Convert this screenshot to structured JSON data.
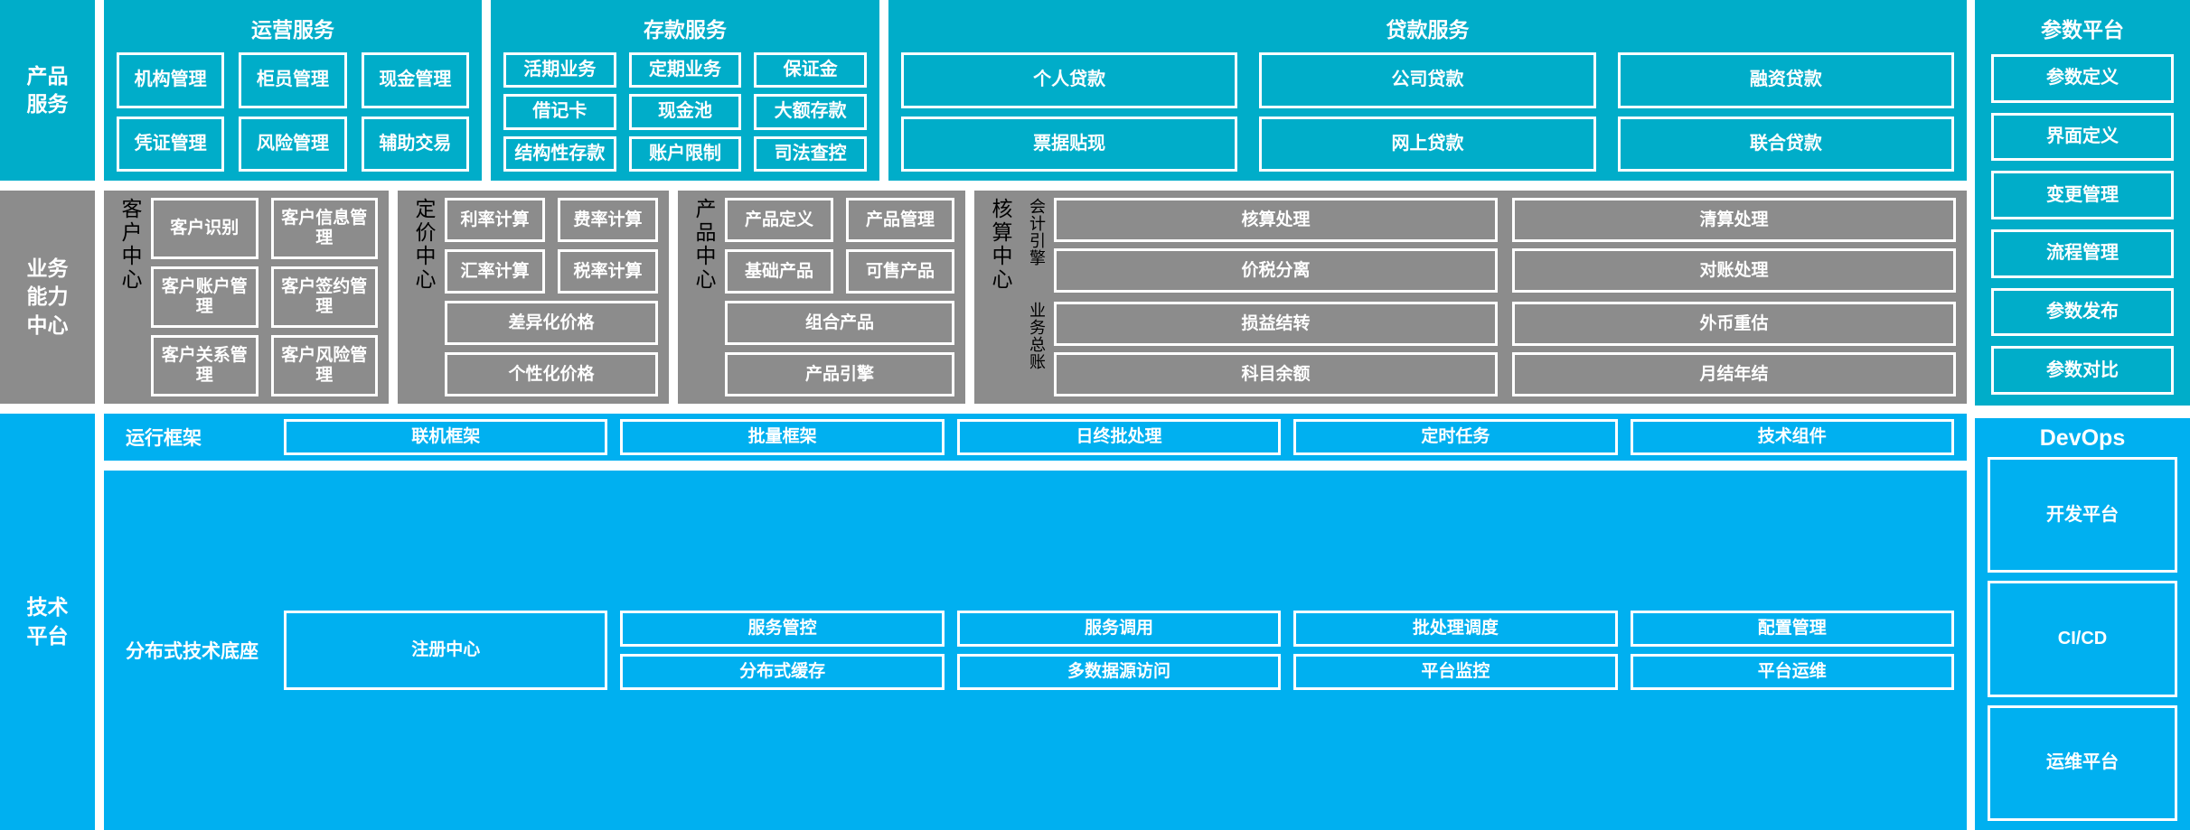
{
  "colors": {
    "teal": "#00ADC9",
    "gray": "#8C8C8C",
    "blue": "#00B0F0",
    "tile_border": "#FFFFFF",
    "text": "#FFFFFF"
  },
  "bands": {
    "product_service": {
      "label": "产品\n服务"
    },
    "business_capability": {
      "label": "业务\n能力\n中心"
    },
    "technical_platform": {
      "label": "技术\n平台"
    }
  },
  "product_service": {
    "panels": [
      {
        "id": "operations",
        "title": "运营服务",
        "items": [
          "机构管理",
          "柜员管理",
          "现金管理",
          "凭证管理",
          "风险管理",
          "辅助交易"
        ]
      },
      {
        "id": "deposit",
        "title": "存款服务",
        "items": [
          "活期业务",
          "定期业务",
          "保证金",
          "借记卡",
          "现金池",
          "大额存款",
          "结构性存款",
          "账户限制",
          "司法查控"
        ]
      },
      {
        "id": "loan",
        "title": "贷款服务",
        "items": [
          "个人贷款",
          "公司贷款",
          "融资贷款",
          "票据贴现",
          "网上贷款",
          "联合贷款"
        ]
      }
    ]
  },
  "business_capability": {
    "centers": [
      {
        "id": "customer",
        "rail": "客户中心",
        "items": [
          "客户识别",
          "客户信息管理",
          "客户账户管理",
          "客户签约管理",
          "客户关系管理",
          "客户风险管理"
        ]
      },
      {
        "id": "pricing",
        "rail": "定价中心",
        "items": [
          "利率计算",
          "费率计算",
          "汇率计算",
          "税率计算",
          "差异化价格",
          "个性化价格"
        ]
      },
      {
        "id": "product",
        "rail": "产品中心",
        "items": [
          "产品定义",
          "产品管理",
          "基础产品",
          "可售产品",
          "组合产品",
          "产品引擎"
        ]
      },
      {
        "id": "accounting",
        "rail": "核算中心",
        "groups": [
          {
            "id": "accounting-engine",
            "rail": "会计引擎",
            "items": [
              "核算处理",
              "清算处理",
              "价税分离",
              "对账处理"
            ]
          },
          {
            "id": "business-ledger",
            "rail": "业务总账",
            "items": [
              "损益结转",
              "外币重估",
              "科目余额",
              "月结年结"
            ]
          }
        ]
      }
    ]
  },
  "technical_platform": {
    "bands": [
      {
        "id": "runtime",
        "label": "运行框架",
        "items": [
          "联机框架",
          "批量框架",
          "日终批处理",
          "定时任务",
          "技术组件"
        ]
      },
      {
        "id": "base",
        "label": "分布式技术底座",
        "anchor": "注册中心",
        "items": [
          "服务管控",
          "服务调用",
          "批处理调度",
          "配置管理",
          "分布式缓存",
          "多数据源访问",
          "平台监控",
          "平台运维"
        ]
      }
    ]
  },
  "side": {
    "param_platform": {
      "title": "参数平台",
      "items": [
        "参数定义",
        "界面定义",
        "变更管理",
        "流程管理",
        "参数发布",
        "参数对比"
      ]
    },
    "devops": {
      "title": "DevOps",
      "items": [
        "开发平台",
        "CI/CD",
        "运维平台"
      ]
    }
  }
}
